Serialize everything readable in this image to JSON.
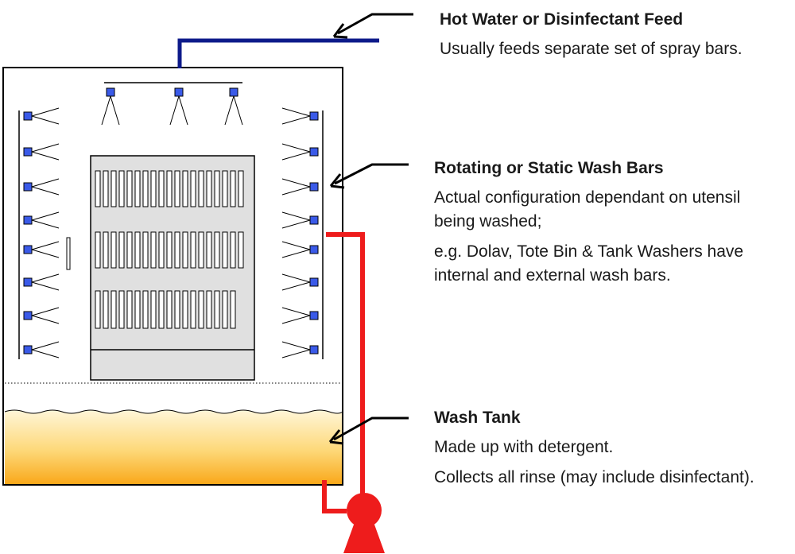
{
  "annotations": {
    "feed": {
      "title": "Hot Water or Disinfectant Feed",
      "lines": [
        "Usually feeds separate set of spray bars."
      ]
    },
    "wash_bars": {
      "title": "Rotating or Static Wash Bars",
      "lines": [
        "Actual configuration dependant on utensil being washed;",
        "e.g. Dolav, Tote Bin & Tank Washers have internal and external wash bars."
      ]
    },
    "wash_tank": {
      "title": "Wash Tank",
      "lines": [
        "Made up with detergent.",
        "Collects all rinse (may include disinfectant)."
      ]
    }
  },
  "colors": {
    "feed_pipe": "#0d1a8a",
    "recirc_pipe": "#ee1c1c",
    "nozzle": "#3a5ae8",
    "rack_fill": "#e0e0e0",
    "tank_top": "#fff6d8",
    "tank_bottom": "#f9a81a",
    "outline": "#000000"
  },
  "icons": {
    "nozzle": "spray-nozzle-icon",
    "pump": "pump-icon",
    "arrow": "pointer-arrow-icon"
  }
}
